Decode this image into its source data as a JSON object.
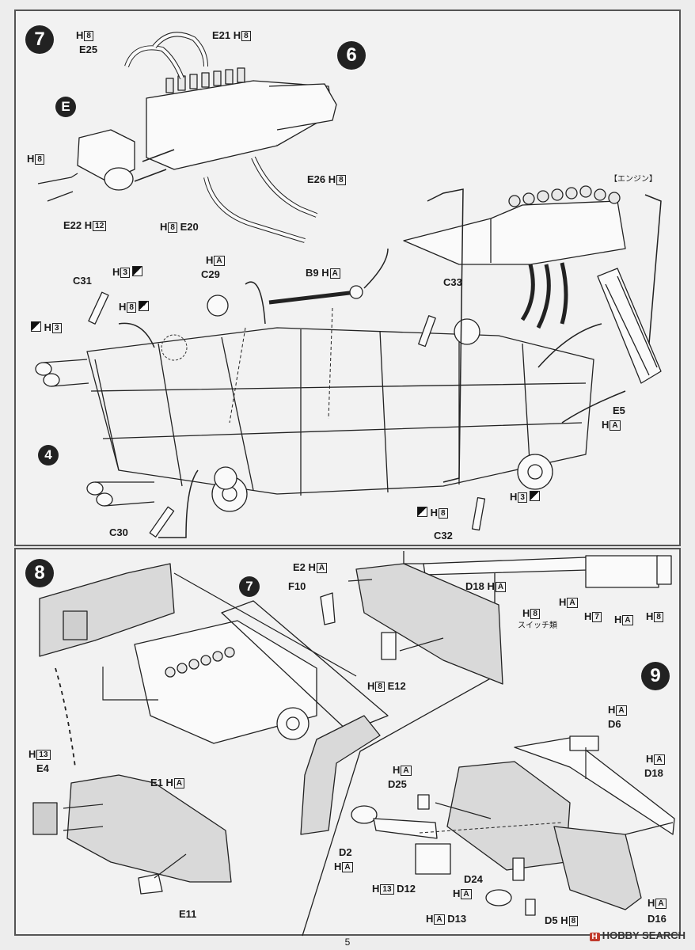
{
  "steps": {
    "s7": "7",
    "s6": "6",
    "sE": "E",
    "s4": "4",
    "s8": "8",
    "s8_7": "7",
    "s9": "9"
  },
  "top": {
    "h8_a": "H",
    "h8_a_box": "8",
    "e25": "E25",
    "e21": "E21",
    "e21_h": "H",
    "e21_box": "8",
    "h8_b": "H",
    "h8_b_box": "8",
    "e22": "E22",
    "e22_h": "H",
    "e22_box": "12",
    "e26": "E26",
    "e26_h": "H",
    "e26_box": "8",
    "e20_h": "H",
    "e20_box": "8",
    "e20": "E20",
    "engine_label": "【エンジン】",
    "c31": "C31",
    "c31_h": "H",
    "c31_box": "3",
    "c31_h2": "H",
    "c31_box2": "8",
    "c31_h3": "H",
    "c31_box3": "3",
    "c29_h": "H",
    "c29_box": "A",
    "c29": "C29",
    "b9": "B9",
    "b9_h": "H",
    "b9_box": "A",
    "c33": "C33",
    "e5": "E5",
    "e5_h": "H",
    "e5_box": "A",
    "c30": "C30",
    "c32_h": "H",
    "c32_box": "8",
    "c32_h2": "H",
    "c32_box2": "3",
    "c32": "C32"
  },
  "bottom": {
    "e2": "E2",
    "e2_h": "H",
    "e2_box": "A",
    "f10": "F10",
    "h8_e12": "H",
    "h8_e12_box": "8",
    "e12": "E12",
    "d18_a": "D18",
    "d18_a_h": "H",
    "d18_a_box": "A",
    "sw_h": "H",
    "sw_box": "8",
    "switch_label": "スイッチ類",
    "ha_1": "H",
    "ha_1_box": "A",
    "h7": "H",
    "h7_box": "7",
    "ha_2": "H",
    "ha_2_box": "A",
    "h8_r": "H",
    "h8_r_box": "8",
    "h13": "H",
    "h13_box": "13",
    "e4": "E4",
    "e1": "E1",
    "e1_h": "H",
    "e1_box": "A",
    "e11": "E11",
    "d6_h": "H",
    "d6_box": "A",
    "d6": "D6",
    "d18_h": "H",
    "d18_box": "A",
    "d18": "D18",
    "d25_h": "H",
    "d25_box": "A",
    "d25": "D25",
    "d2": "D2",
    "d2_h": "H",
    "d2_box": "A",
    "d12_h": "H",
    "d12_box": "13",
    "d12": "D12",
    "d24": "D24",
    "d24_h": "H",
    "d24_box": "A",
    "d13_h": "H",
    "d13_box": "A",
    "d13": "D13",
    "d5": "D5",
    "d5_h": "H",
    "d5_box": "8",
    "d16_h": "H",
    "d16_box": "A",
    "d16": "D16"
  },
  "page_number": "5",
  "watermark": "HOBBY SEARCH",
  "watermark_badge": "H"
}
